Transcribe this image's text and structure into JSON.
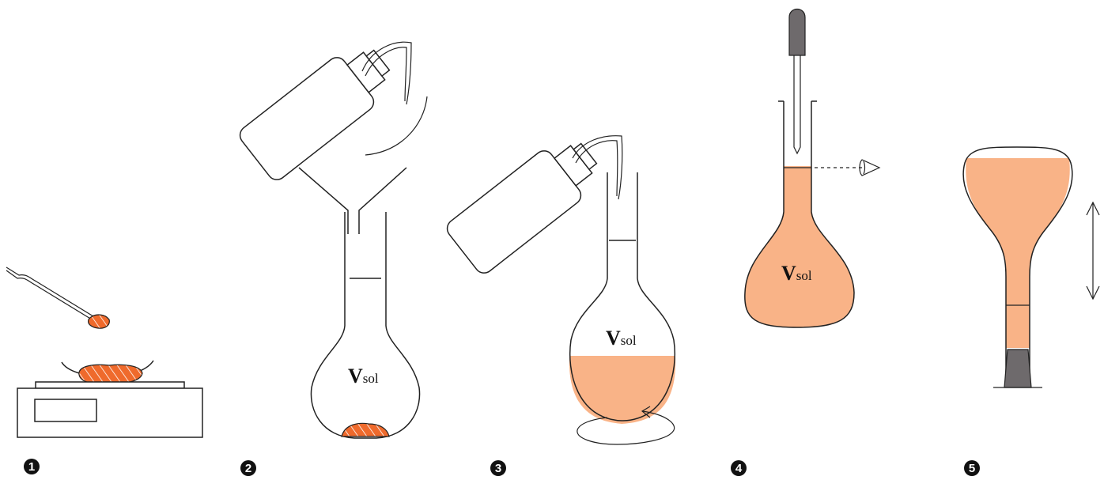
{
  "steps": [
    {
      "number": "1"
    },
    {
      "number": "2",
      "volume_label": "V",
      "volume_sub": "sol"
    },
    {
      "number": "3",
      "volume_label": "V",
      "volume_sub": "sol"
    },
    {
      "number": "4",
      "volume_label": "V",
      "volume_sub": "sol"
    },
    {
      "number": "5"
    }
  ],
  "colors": {
    "solution": "#f9b387",
    "solid": "#ef6a2c",
    "stopper": "#6e6a6c",
    "outline": "#222222"
  }
}
